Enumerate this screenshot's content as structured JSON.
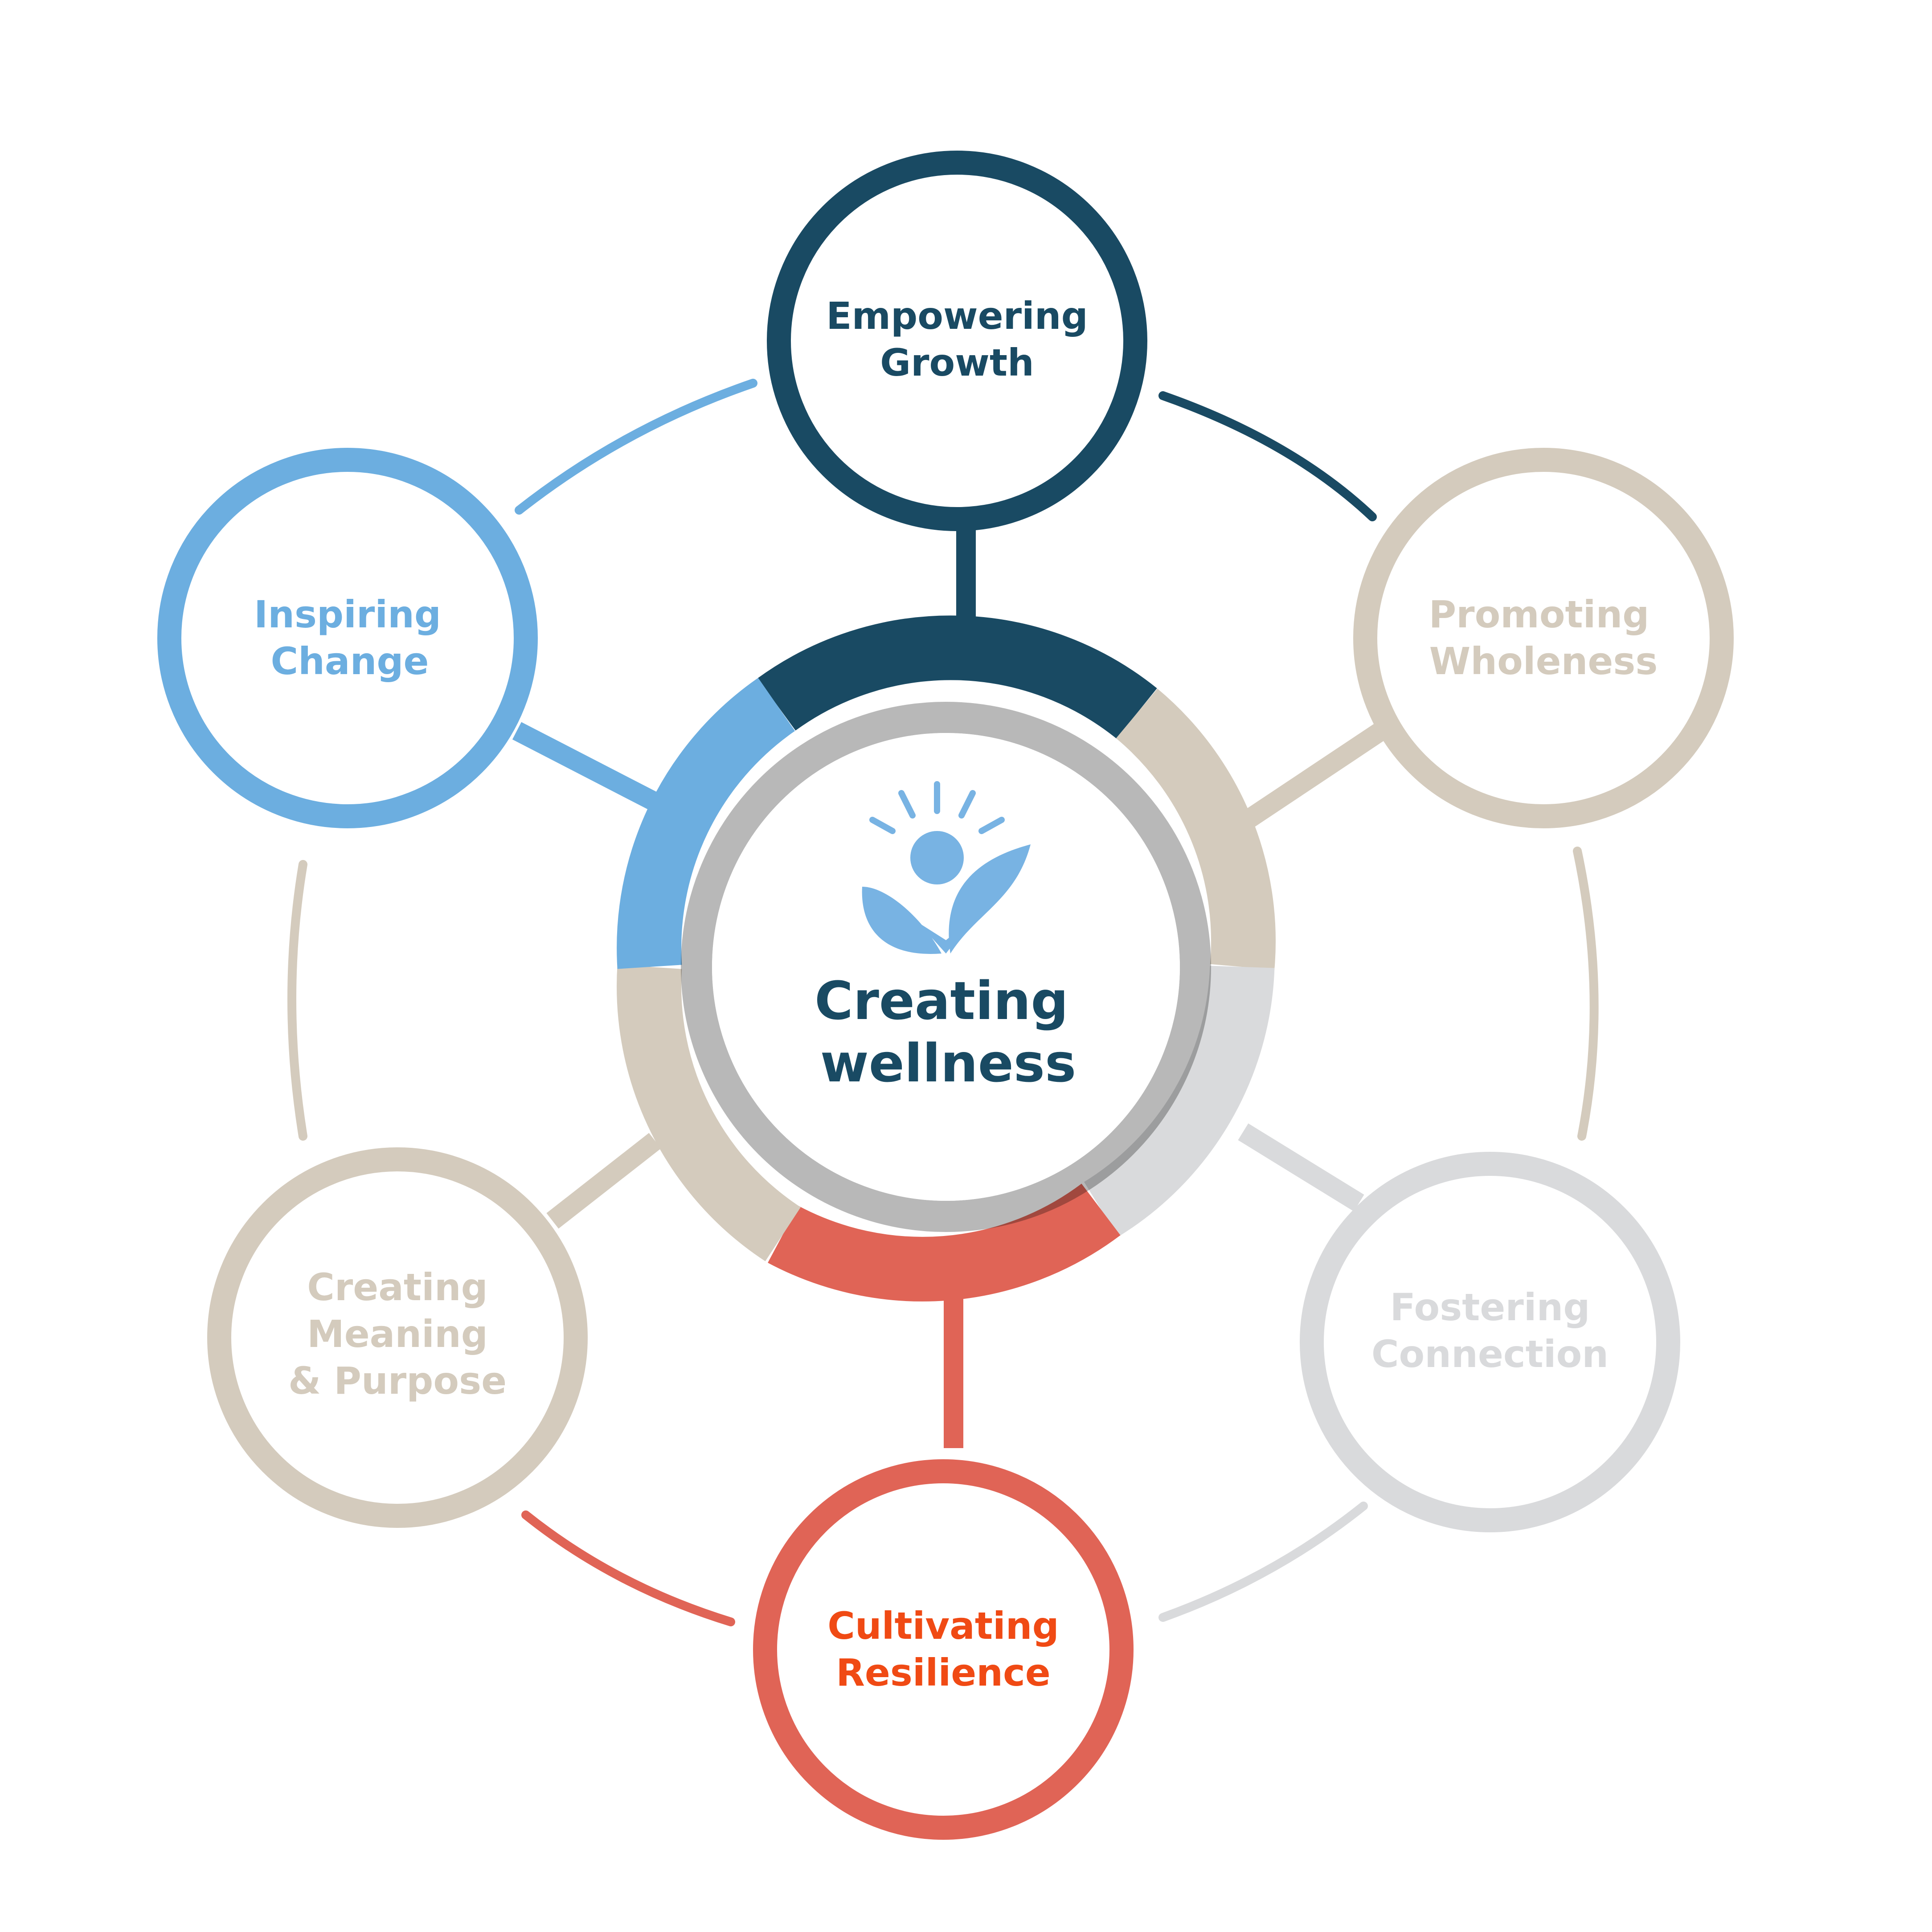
{
  "center": {
    "line1": "Creating",
    "line2": "wellness",
    "icon": "sprout-person-sun-icon",
    "text_color": "#194a63",
    "icon_color": "#78b3e3"
  },
  "nodes": {
    "empowering_growth": {
      "line1": "Empowering",
      "line2": "Growth",
      "color": "#194a63",
      "text_color": "#194a63"
    },
    "promoting_wholeness": {
      "line1": "Promoting",
      "line2": "Wholeness",
      "color": "#d4cbbd",
      "text_color": "#d4cbbd"
    },
    "fostering_connection": {
      "line1": "Fostering",
      "line2": "Connection",
      "color": "#d9dadc",
      "text_color": "#d9dadc"
    },
    "cultivating_resilience": {
      "line1": "Cultivating",
      "line2": "Resilience",
      "color": "#e06456",
      "text_color": "#f04a14"
    },
    "creating_meaning": {
      "line1": "Creating",
      "line2": "Meaning",
      "line3": "& Purpose",
      "color": "#d4cbbd",
      "text_color": "#d4cbbd"
    },
    "inspiring_change": {
      "line1": "Inspiring",
      "line2": "Change",
      "color": "#6caee0",
      "text_color": "#6caee0"
    }
  }
}
